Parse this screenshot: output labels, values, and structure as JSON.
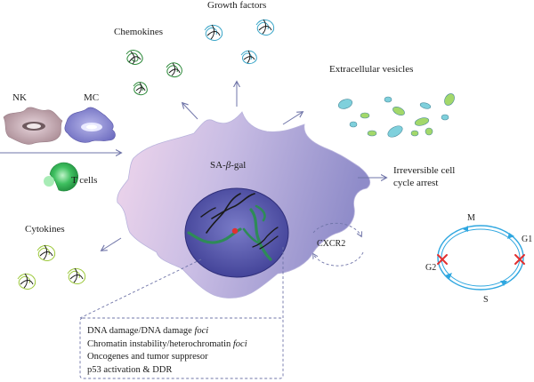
{
  "labels": {
    "growth_factors": "Growth factors",
    "chemokines": "Chemokines",
    "extracellular_vesicles": "Extracellular vesicles",
    "nk": "NK",
    "mc": "MC",
    "t_cells": "T cells",
    "sa_beta_gal_prefix": "SA-",
    "sa_beta_gal_beta": "β",
    "sa_beta_gal_suffix": "-gal",
    "arrest_line1": "Irreversible cell",
    "arrest_line2": "cycle arrest",
    "cytokines": "Cytokines",
    "cxcr2": "CXCR2",
    "cycle_m": "M",
    "cycle_g1": "G1",
    "cycle_g2": "G2",
    "cycle_s": "S"
  },
  "nucleus_box": {
    "line1_prefix": "DNA damage/DNA damage ",
    "line1_italic": "foci",
    "line2_prefix": "Chromatin instability/heterochromatin ",
    "line2_italic": "foci",
    "line3": "Oncogenes and tumor suppresor",
    "line4": "p53 activation & DDR"
  },
  "colors": {
    "cell_fill": "#a9a6d8",
    "cell_fill_light": "#e3c8e6",
    "nucleus_fill": "#5a5fb0",
    "arrow": "#6f74a8",
    "dna_green": "#2e8b57",
    "dna_black": "#1a1a1a",
    "red_cross": "#e23030",
    "cycle_blue": "#3aa0d8"
  }
}
